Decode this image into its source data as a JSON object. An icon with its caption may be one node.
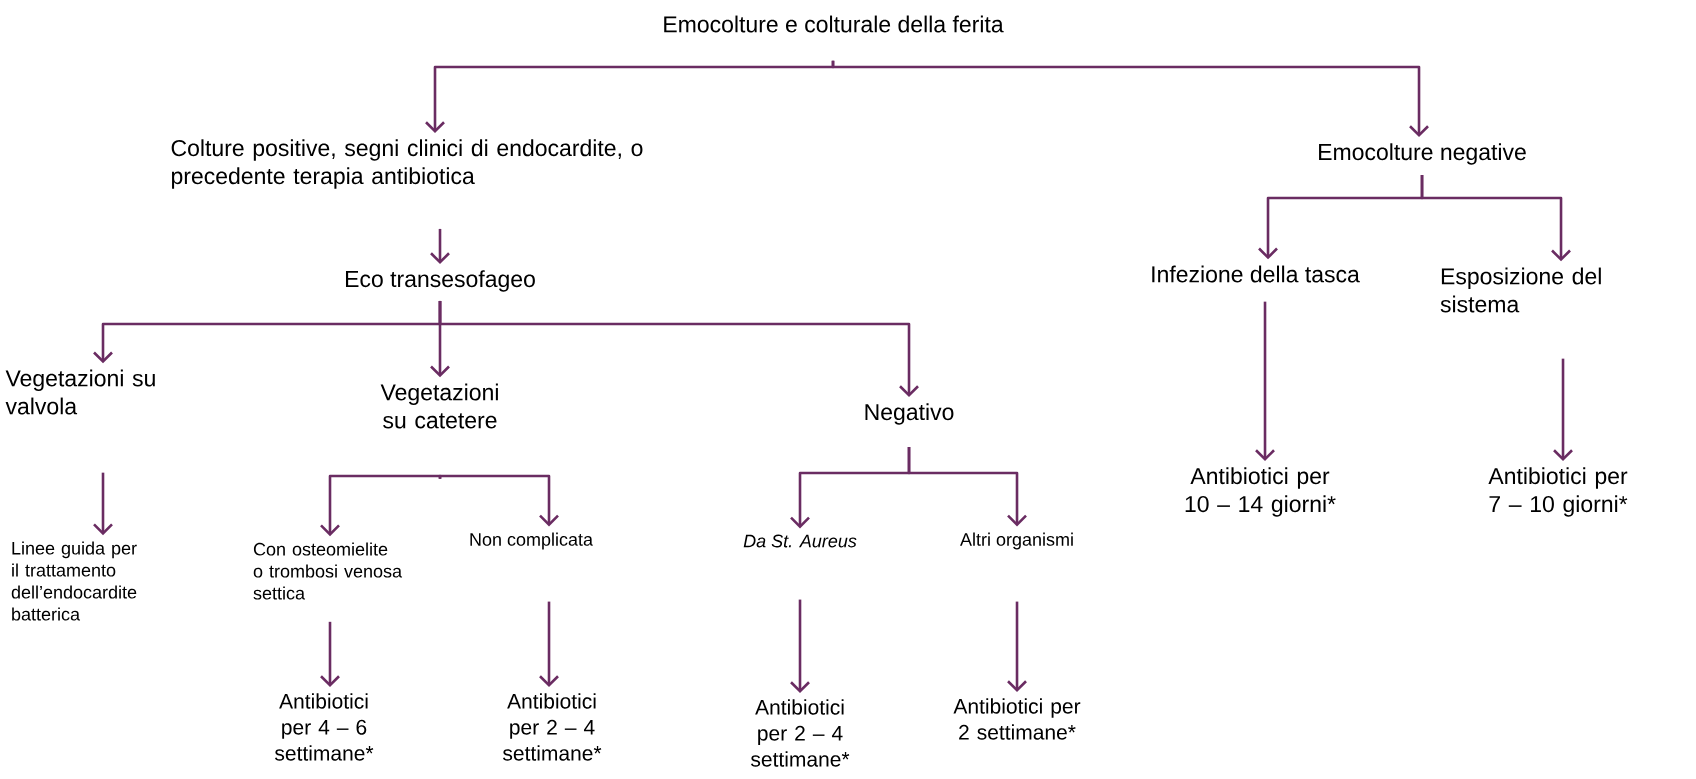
{
  "diagram": {
    "nodes": [
      {
        "text": [
          "Emocolture e colturale della ferita"
        ]
      },
      {
        "text": [
          "Colture positive, segni clinici di endocardite, o precedente terapia antibiotica"
        ]
      },
      {
        "text": [
          "Emocolture negative"
        ]
      },
      {
        "text": [
          "Eco transesofageo"
        ]
      },
      {
        "text": [
          "Vegetazioni su valvola"
        ]
      },
      {
        "text": [
          "Vegetazioni su catetere"
        ]
      },
      {
        "text": [
          "Negativo"
        ]
      },
      {
        "text": [
          "Linee guida per il trattamento dell’endocardite batterica"
        ]
      },
      {
        "text": [
          "Con osteomielite o trombosi venosa settica"
        ]
      },
      {
        "text": [
          "Non complicata"
        ]
      },
      {
        "text": [
          "Da St. Aureus"
        ]
      },
      {
        "text": [
          "Altri organismi"
        ]
      },
      {
        "text": [
          "Antibiotici per 4 – 6 settimane*"
        ]
      },
      {
        "text": [
          "Antibiotici per 2 – 4 settimane*"
        ]
      },
      {
        "text": [
          "Antibiotici per 2 – 4 settimane*"
        ]
      },
      {
        "text": [
          "Antibiotici per 2 settimane*"
        ]
      },
      {
        "text": [
          "Infezione della tasca"
        ]
      },
      {
        "text": [
          "Esposizione del sistema"
        ]
      },
      {
        "text": [
          "Antibiotici per 10 – 14 giorni*"
        ]
      },
      {
        "text": [
          "Antibiotici per 7 – 10 giorni*"
        ]
      }
    ],
    "edges": [
      {
        "from": 0,
        "to": 1,
        "arrow": "to"
      },
      {
        "from": 0,
        "to": 2,
        "arrow": "to"
      },
      {
        "from": 1,
        "to": 3,
        "arrow": "to"
      },
      {
        "from": 3,
        "to": 4,
        "arrow": "to"
      },
      {
        "from": 3,
        "to": 5,
        "arrow": "to"
      },
      {
        "from": 3,
        "to": 6,
        "arrow": "to"
      },
      {
        "from": 4,
        "to": 7,
        "arrow": "to"
      },
      {
        "from": 5,
        "to": 8,
        "arrow": "to"
      },
      {
        "from": 5,
        "to": 9,
        "arrow": "to"
      },
      {
        "from": 6,
        "to": 10,
        "arrow": "to"
      },
      {
        "from": 6,
        "to": 11,
        "arrow": "to"
      },
      {
        "from": 8,
        "to": 12,
        "arrow": "to"
      },
      {
        "from": 9,
        "to": 13,
        "arrow": "to"
      },
      {
        "from": 10,
        "to": 14,
        "arrow": "to"
      },
      {
        "from": 11,
        "to": 15,
        "arrow": "to"
      },
      {
        "from": 2,
        "to": 16,
        "arrow": "to"
      },
      {
        "from": 2,
        "to": 17,
        "arrow": "to"
      },
      {
        "from": 16,
        "to": 18,
        "arrow": "to"
      },
      {
        "from": 17,
        "to": 19,
        "arrow": "to"
      }
    ]
  }
}
